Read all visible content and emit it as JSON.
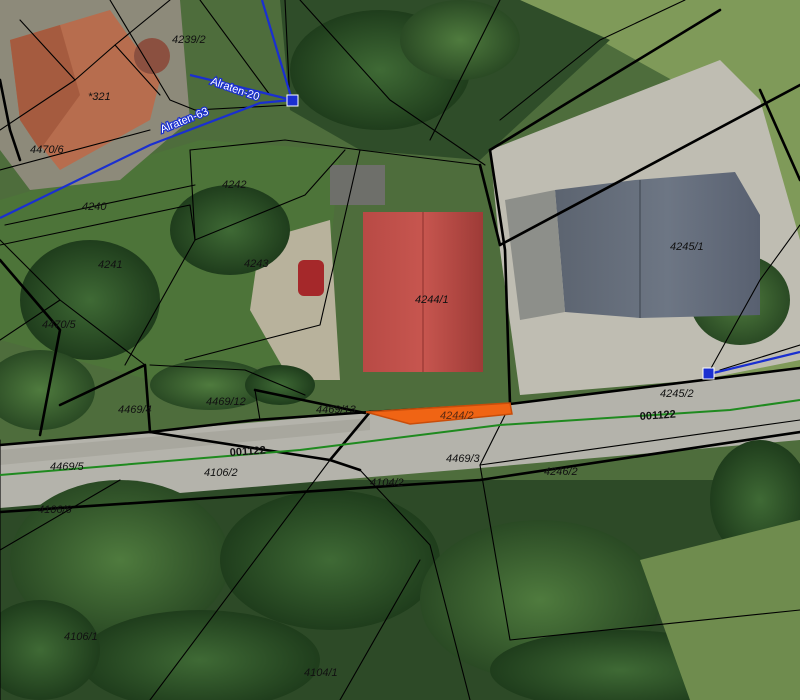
{
  "map": {
    "parcels": [
      {
        "id": "4239/2",
        "label": "4239/2"
      },
      {
        "id": "4321",
        "label": "*321"
      },
      {
        "id": "4470/6",
        "label": "4470/6"
      },
      {
        "id": "4240",
        "label": "4240"
      },
      {
        "id": "4242",
        "label": "4242"
      },
      {
        "id": "4241",
        "label": "4241"
      },
      {
        "id": "4243",
        "label": "4243"
      },
      {
        "id": "4244/1",
        "label": "4244/1"
      },
      {
        "id": "4245/1",
        "label": "4245/1"
      },
      {
        "id": "4470/5",
        "label": "4470/5"
      },
      {
        "id": "4469/4",
        "label": "4469/4"
      },
      {
        "id": "4469/12",
        "label": "4469/12"
      },
      {
        "id": "4469/13",
        "label": "4469/13"
      },
      {
        "id": "4244/2",
        "label": "4244/2"
      },
      {
        "id": "4245/2",
        "label": "4245/2"
      },
      {
        "id": "4469/5",
        "label": "4469/5"
      },
      {
        "id": "4106/2",
        "label": "4106/2"
      },
      {
        "id": "4104/2",
        "label": "4104/2"
      },
      {
        "id": "4469/3",
        "label": "4469/3"
      },
      {
        "id": "4246/2",
        "label": "4246/2"
      },
      {
        "id": "4106/6",
        "label": "4106/6"
      },
      {
        "id": "4106/1",
        "label": "4106/1"
      },
      {
        "id": "4104/1",
        "label": "4104/1"
      }
    ],
    "roads": [
      {
        "id": "road-west",
        "label": "001122"
      },
      {
        "id": "road-east",
        "label": "001122"
      }
    ],
    "pipelines": [
      {
        "id": "pipe-20",
        "label": "Alraten-20"
      },
      {
        "id": "pipe-63",
        "label": "Alraten-63"
      }
    ],
    "colors": {
      "parcel_line": "#000000",
      "pipeline": "#1a2fd0",
      "road_axis": "#1f8a1f",
      "highlight": "#f06414",
      "node": "#1a2fd0"
    }
  }
}
